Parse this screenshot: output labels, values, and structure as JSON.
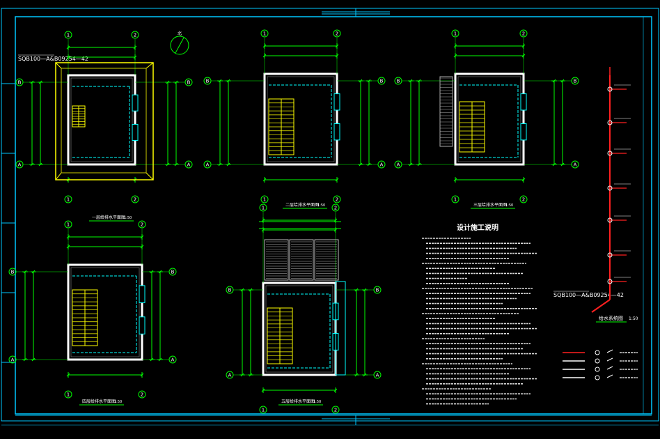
{
  "notes": {
    "heading": "设计施工说明"
  },
  "labels": {
    "model_code_1": "SQB100—A&B09254—42",
    "model_code_2": "SQB100—A&B09254—42"
  },
  "plans": {
    "plan_1_title": "一层给排水平面图",
    "plan_2_title": "二层给排水平面图",
    "plan_3_title": "三层给排水平面图",
    "plan_4_title": "四层给排水平面图",
    "plan_5_title": "五层给排水平面图",
    "scale": "1:50"
  },
  "system": {
    "title": "给水系统图",
    "scale": "1:50"
  },
  "axes": {
    "a": "A",
    "b": "B",
    "one": "1",
    "two": "2"
  },
  "colors": {
    "background": "#000000",
    "frame": "#00c8ff",
    "dim": "#00ff00",
    "wall": "#ffffff",
    "stair": "#ffff00",
    "pipe": "#ff2020",
    "accent": "#00ffff"
  }
}
